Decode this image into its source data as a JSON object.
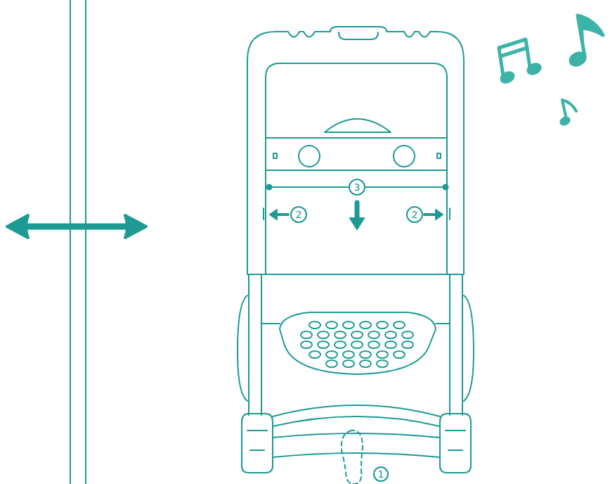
{
  "diagram": {
    "labels": [
      "3",
      "2",
      "2",
      "1"
    ]
  }
}
